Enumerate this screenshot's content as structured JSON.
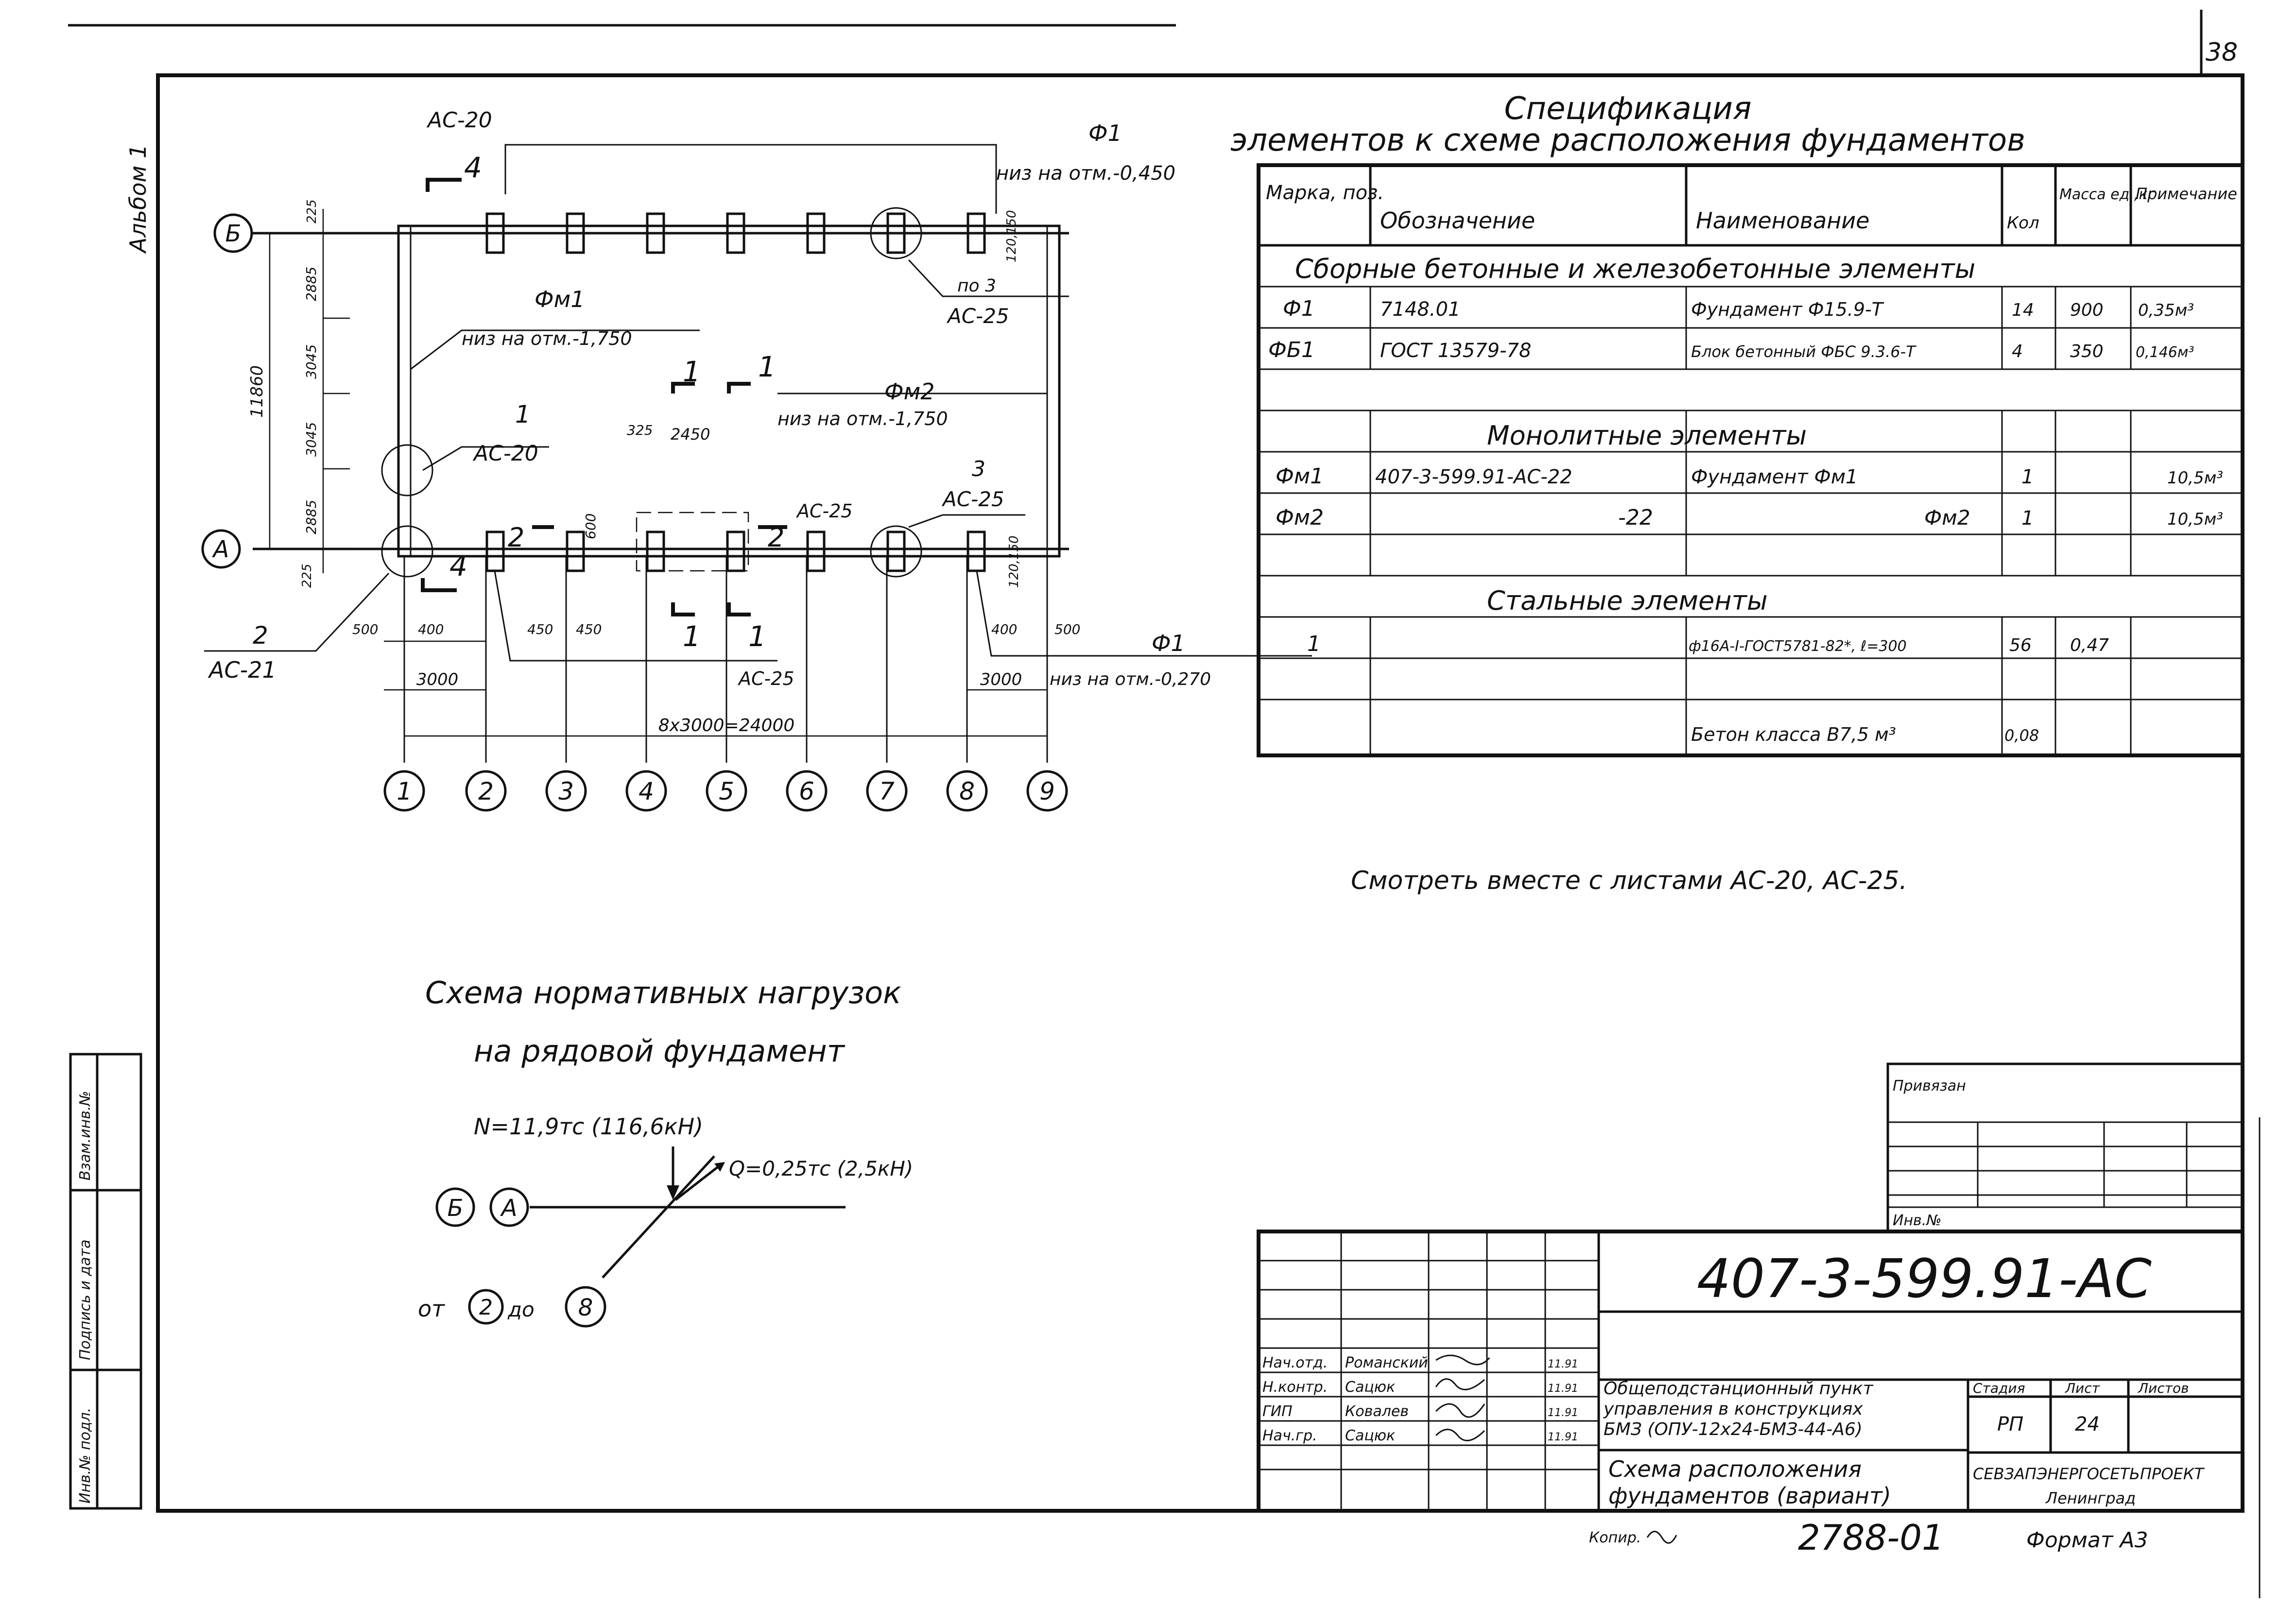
{
  "sheet": {
    "page_number": "38",
    "album": "Альбом 1",
    "copy_no": "2788-01",
    "copied": "Копир.",
    "format": "Формат А3"
  },
  "plan": {
    "axes_rows": [
      "Б",
      "А"
    ],
    "axes_cols": [
      "1",
      "2",
      "3",
      "4",
      "5",
      "6",
      "7",
      "8",
      "9"
    ],
    "total_dim": "8х3000=24000",
    "dim_3000_left": "3000",
    "dim_3000_right": "3000",
    "dim_11860": "11860",
    "dim_225": "225",
    "dim_2885": "2885",
    "dim_3045": "3045",
    "dim_325": "325",
    "dim_2450": "2450",
    "dim_600": "600",
    "dim_500": "500",
    "dim_400": "400",
    "dim_450": "450",
    "dim_120_150": "120,150",
    "labels": {
      "ac20_top": "АС-20",
      "f1_top": "Ф1",
      "f1_top_note": "низ на отм.-0,450",
      "fm1": "Фм1",
      "fm1_note": "низ на отм.-1,750",
      "fm2": "Фм2",
      "fm2_note": "низ на отм.-1,750",
      "uzel1_num": "1",
      "uzel1_sheet": "АС-20",
      "uzel2_num": "2",
      "uzel2_sheet": "АС-21",
      "uzel3_top_num": "по 3",
      "uzel3_top_sheet": "АС-25",
      "uzel3_bot_num": "3",
      "uzel3_bot_sheet": "АС-25",
      "ac25_mid": "АС-25",
      "ac25_bottom": "АС-25",
      "f1_bottom": "Ф1",
      "f1_bottom_note": "низ на отм.-0,270",
      "cut4": "4",
      "cut2": "2",
      "cut1": "1"
    }
  },
  "spec": {
    "title_line1": "Спецификация",
    "title_line2": "элементов к схеме расположения фундаментов",
    "headers": [
      "Марка, поз.",
      "Обозначение",
      "Наименование",
      "Кол",
      "Масса ед.,кг",
      "Примечание"
    ],
    "sections": [
      {
        "title": "Сборные бетонные и железобетонные элементы",
        "rows": [
          [
            "Ф1",
            "7148.01",
            "Фундамент Ф15.9-Т",
            "14",
            "900",
            "0,35м³"
          ],
          [
            "ФБ1",
            "ГОСТ 13579-78",
            "Блок бетонный ФБС 9.3.6-Т",
            "4",
            "350",
            "0,146м³"
          ],
          [
            "",
            "",
            "",
            "",
            "",
            ""
          ]
        ]
      },
      {
        "title": "Монолитные элементы",
        "rows": [
          [
            "Фм1",
            "407-3-599.91-АС-22",
            "Фундамент Фм1",
            "1",
            "",
            "10,5м³"
          ],
          [
            "Фм2",
            "-22",
            "Фм2",
            "1",
            "",
            "10,5м³"
          ],
          [
            "",
            "",
            "",
            "",
            "",
            ""
          ]
        ]
      },
      {
        "title": "Стальные элементы",
        "rows": [
          [
            "1",
            "",
            "ф16А-I-ГОСТ5781-82*, ℓ=300",
            "56",
            "0,47",
            ""
          ],
          [
            "",
            "",
            "",
            "",
            "",
            ""
          ],
          [
            "",
            "",
            "Бетон класса В7,5 м³",
            "0,08",
            "",
            ""
          ]
        ]
      }
    ],
    "note": "Смотреть вместе с листами АС-20, АС-25."
  },
  "loads": {
    "title_line1": "Схема нормативных нагрузок",
    "title_line2": "на рядовой фундамент",
    "n_label": "N=11,9тс (116,6кН)",
    "q_label": "Q=0,25тс (2,5кН)",
    "axis_b": "Б",
    "axis_a": "А",
    "axis_8": "8",
    "axis_2": "2",
    "from": "от",
    "to": "до"
  },
  "stamp": {
    "privyazan": "Привязан",
    "inv": "Инв.№",
    "code": "407-3-599.91-АС",
    "people": [
      [
        "Нач.отд.",
        "Романский",
        "",
        "11.91"
      ],
      [
        "Н.контр.",
        "Сацюк",
        "",
        "11.91"
      ],
      [
        "ГИП",
        "Ковалев",
        "",
        "11.91"
      ],
      [
        "Нач.гр.",
        "Сацюк",
        "",
        "11.91"
      ]
    ],
    "project_l1": "Общеподстанционный пункт",
    "project_l2": "управления в конструкциях",
    "project_l3": "БМЗ (ОПУ-12х24-БМЗ-44-А6)",
    "sheet_title_l1": "Схема расположения",
    "sheet_title_l2": "фундаментов (вариант)",
    "stage_h": "Стадия",
    "sheet_h": "Лист",
    "sheets_h": "Листов",
    "stage": "РП",
    "sheet": "24",
    "sheets": "",
    "org_l1": "СЕВЗАПЭНЕРГОСЕТЬПРОЕКТ",
    "org_l2": "Ленинград"
  },
  "side_stamp": [
    "Инв.№ подл.",
    "Подпись и дата",
    "Взам.инв.№"
  ]
}
